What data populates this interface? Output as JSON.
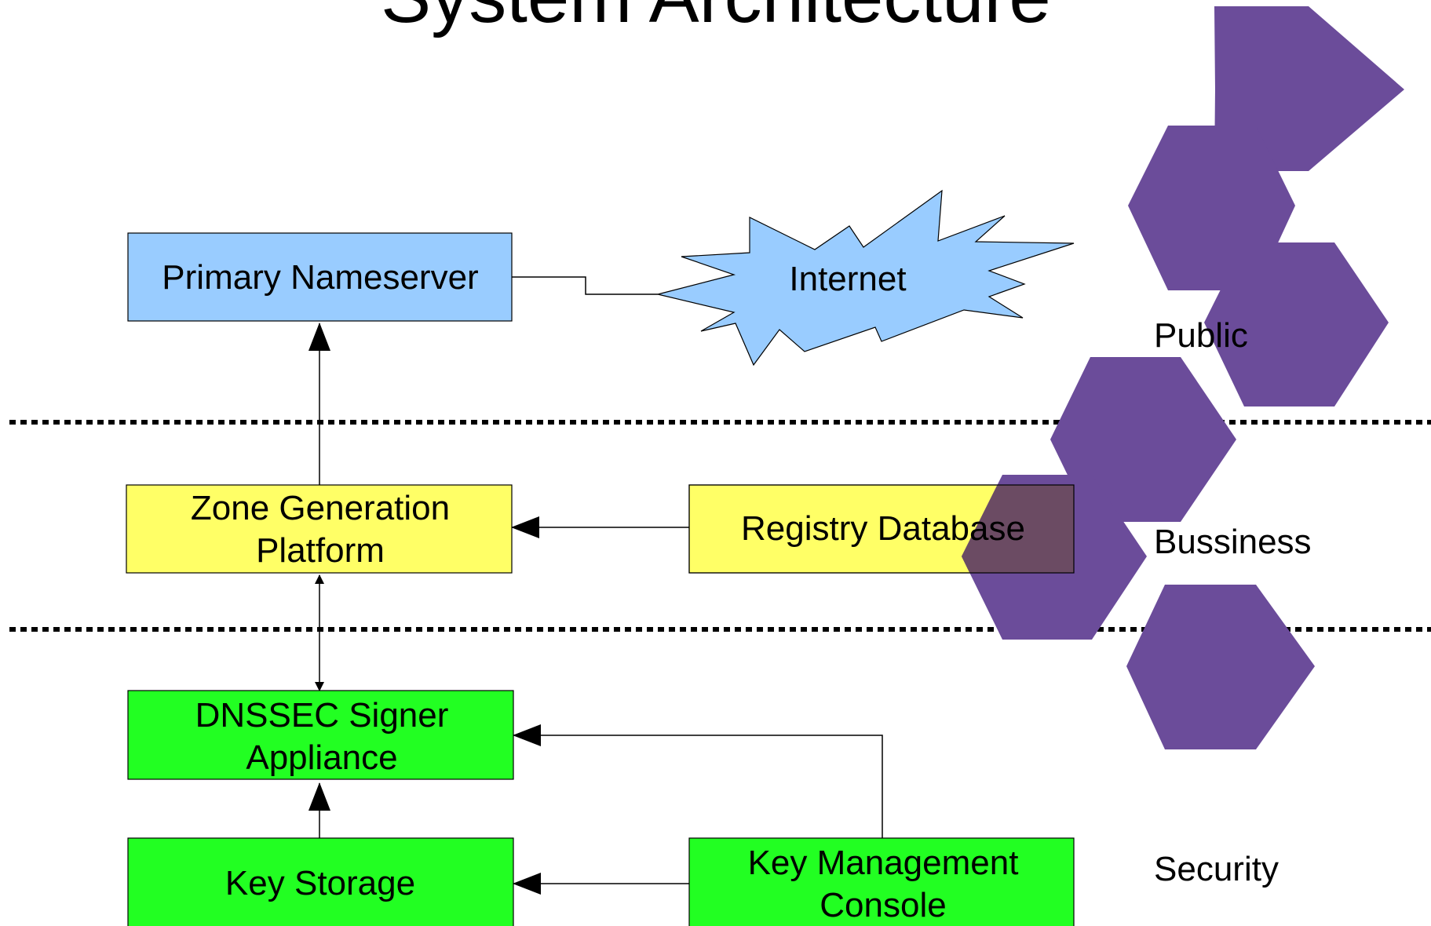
{
  "title": "System Architecture",
  "nodes": {
    "primary_nameserver": {
      "label": "Primary Nameserver",
      "fill": "#99ccff"
    },
    "internet": {
      "label": "Internet",
      "fill": "#99ccff"
    },
    "zone_generation": {
      "line1": "Zone Generation",
      "line2": "Platform",
      "fill": "#ffff66"
    },
    "registry_database": {
      "label": "Registry Database",
      "fill": "#ffff66"
    },
    "dnssec_signer": {
      "line1": "DNSSEC Signer",
      "line2": "Appliance",
      "fill": "#22ff22"
    },
    "key_storage": {
      "label": "Key Storage",
      "fill": "#22ff22"
    },
    "key_management": {
      "line1": "Key Management",
      "line2": "Console",
      "fill": "#22ff22"
    }
  },
  "zones": {
    "public": "Public",
    "business": "Bussiness",
    "security": "Security"
  },
  "colors": {
    "hexagon": "#6b4c9a",
    "line": "#000000",
    "overlap": "#6b4b63"
  }
}
